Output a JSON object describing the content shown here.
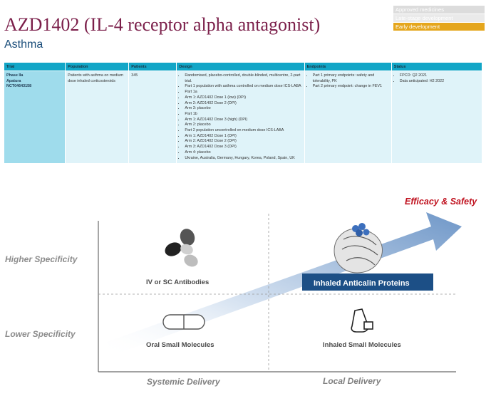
{
  "header": {
    "title": "AZD1402 (IL-4 receptor alpha antagonist)",
    "subtitle": "Asthma"
  },
  "stage_legend": [
    {
      "label": "Approved medicines",
      "color": "#dcdcdc"
    },
    {
      "label": "Late-stage development",
      "color": "#eaeaea"
    },
    {
      "label": "Early development",
      "color": "#e5a61c"
    }
  ],
  "table": {
    "headers": [
      "Trial",
      "Population",
      "Patients",
      "Design",
      "Endpoints",
      "Status"
    ],
    "row": {
      "trial": [
        "Phase IIa",
        "Apatura",
        "NCT04643158"
      ],
      "population": "Patients with asthma on medium dose inhaled corticosteroids",
      "patients": "345",
      "design": [
        "Randomised, placebo-controlled, double-blinded, multicentre, 2-part trial.",
        "Part 1 population with asthma controlled on medium dose ICS-LABA",
        "Part 1a",
        "Arm 1: AZD1402 Dose 1 (low) (DPI)",
        "Arm 2: AZD1402 Dose 2 (DPI)",
        "Arm 3: placebo",
        "Part 1b",
        "Arm 1: AZD1402 Dose 3 (high) (DPI)",
        "Arm 2: placebo",
        "Part 2 population uncontrolled on medium dose ICS-LABA",
        "Arm 1: AZD1402 Dose 1 (DPI)",
        "Arm 2: AZD1402 Dose 2 (DPI)",
        "Arm 3: AZD1402 Dose 3 (DPI)",
        "Arm 4: placebo",
        "Ukraine, Australia, Germany, Hungary, Korea, Poland, Spain, UK"
      ],
      "endpoints": [
        "Part 1 primary endpoints: safety and tolerability, PK",
        "Part 2 primary endpoint: change in FEV1"
      ],
      "status": [
        "FPCD: Q2 2021",
        "Data anticipated: H2 2022"
      ]
    }
  },
  "diagram": {
    "arrow_label": "Efficacy & Safety",
    "y_high": "Higher Specificity",
    "y_low": "Lower Specificity",
    "x_left": "Systemic Delivery",
    "x_right": "Local Delivery",
    "q_top_left": "IV or SC Antibodies",
    "q_top_right": "Inhaled Anticalin Proteins",
    "q_bottom_left": "Oral Small Molecules",
    "q_bottom_right": "Inhaled Small Molecules",
    "accent_red": "#c0121f",
    "badge_blue": "#1c4f86"
  }
}
